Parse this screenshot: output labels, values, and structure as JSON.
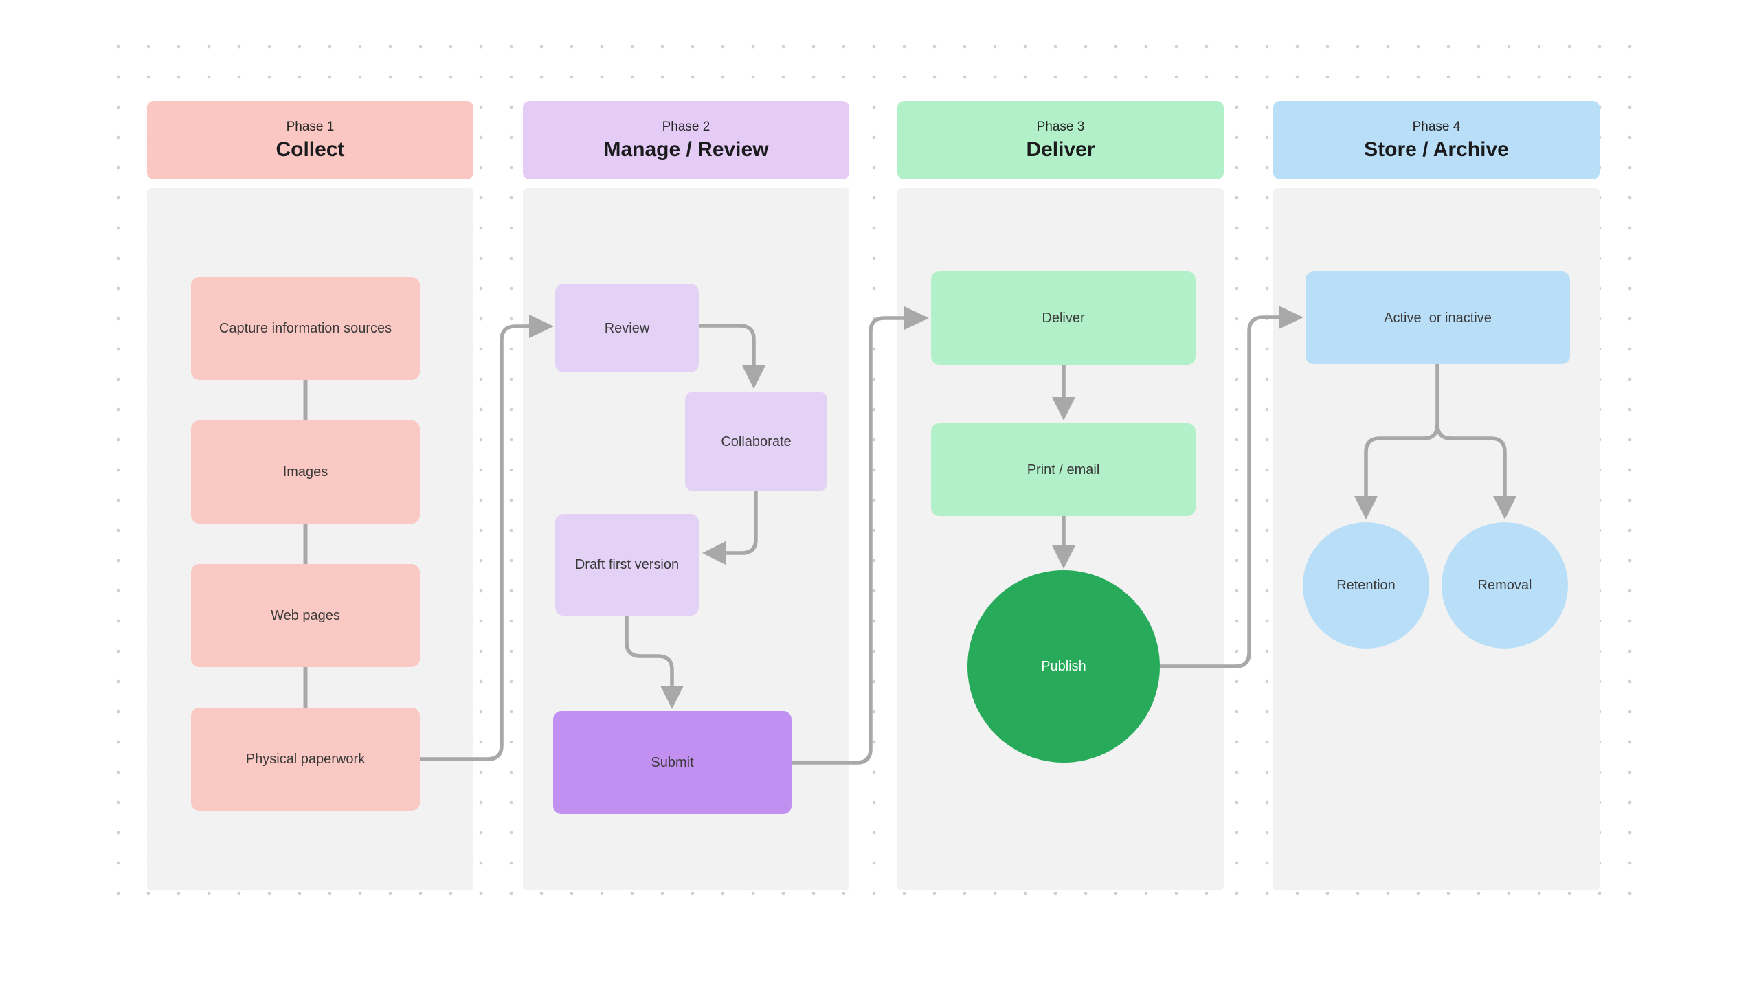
{
  "app": {
    "background_color": "#ffffff",
    "dot_grid_color": "#d0d0d0",
    "panel_color": "#f2f2f2",
    "connector_color": "#a8a8a8"
  },
  "phases": [
    {
      "eyebrow": "Phase 1",
      "title": "Collect",
      "header_color": "#fac7c2",
      "node_color": "#fac9c4",
      "nodes": [
        {
          "label": "Capture information sources"
        },
        {
          "label": "Images"
        },
        {
          "label": "Web pages"
        },
        {
          "label": "Physical paperwork"
        }
      ]
    },
    {
      "eyebrow": "Phase 2",
      "title": "Manage / Review",
      "header_color": "#e4ccf7",
      "node_color": "#e3d1f6",
      "accent_node_color": "#c190f1",
      "nodes": [
        {
          "label": "Review"
        },
        {
          "label": "Collaborate"
        },
        {
          "label": "Draft first version"
        },
        {
          "label": "Submit"
        }
      ]
    },
    {
      "eyebrow": "Phase 3",
      "title": "Deliver",
      "header_color": "#b1f0c8",
      "node_color": "#b1f0c8",
      "accent_node_color": "#27ab5b",
      "accent_text_color": "#ffffff",
      "nodes": [
        {
          "label": "Deliver"
        },
        {
          "label": "Print / email"
        },
        {
          "label": "Publish"
        }
      ]
    },
    {
      "eyebrow": "Phase 4",
      "title": "Store / Archive",
      "header_color": "#b9dff8",
      "node_color": "#b9dff8",
      "nodes": [
        {
          "label": "Active  or inactive"
        },
        {
          "label": "Retention"
        },
        {
          "label": "Removal"
        }
      ]
    }
  ]
}
